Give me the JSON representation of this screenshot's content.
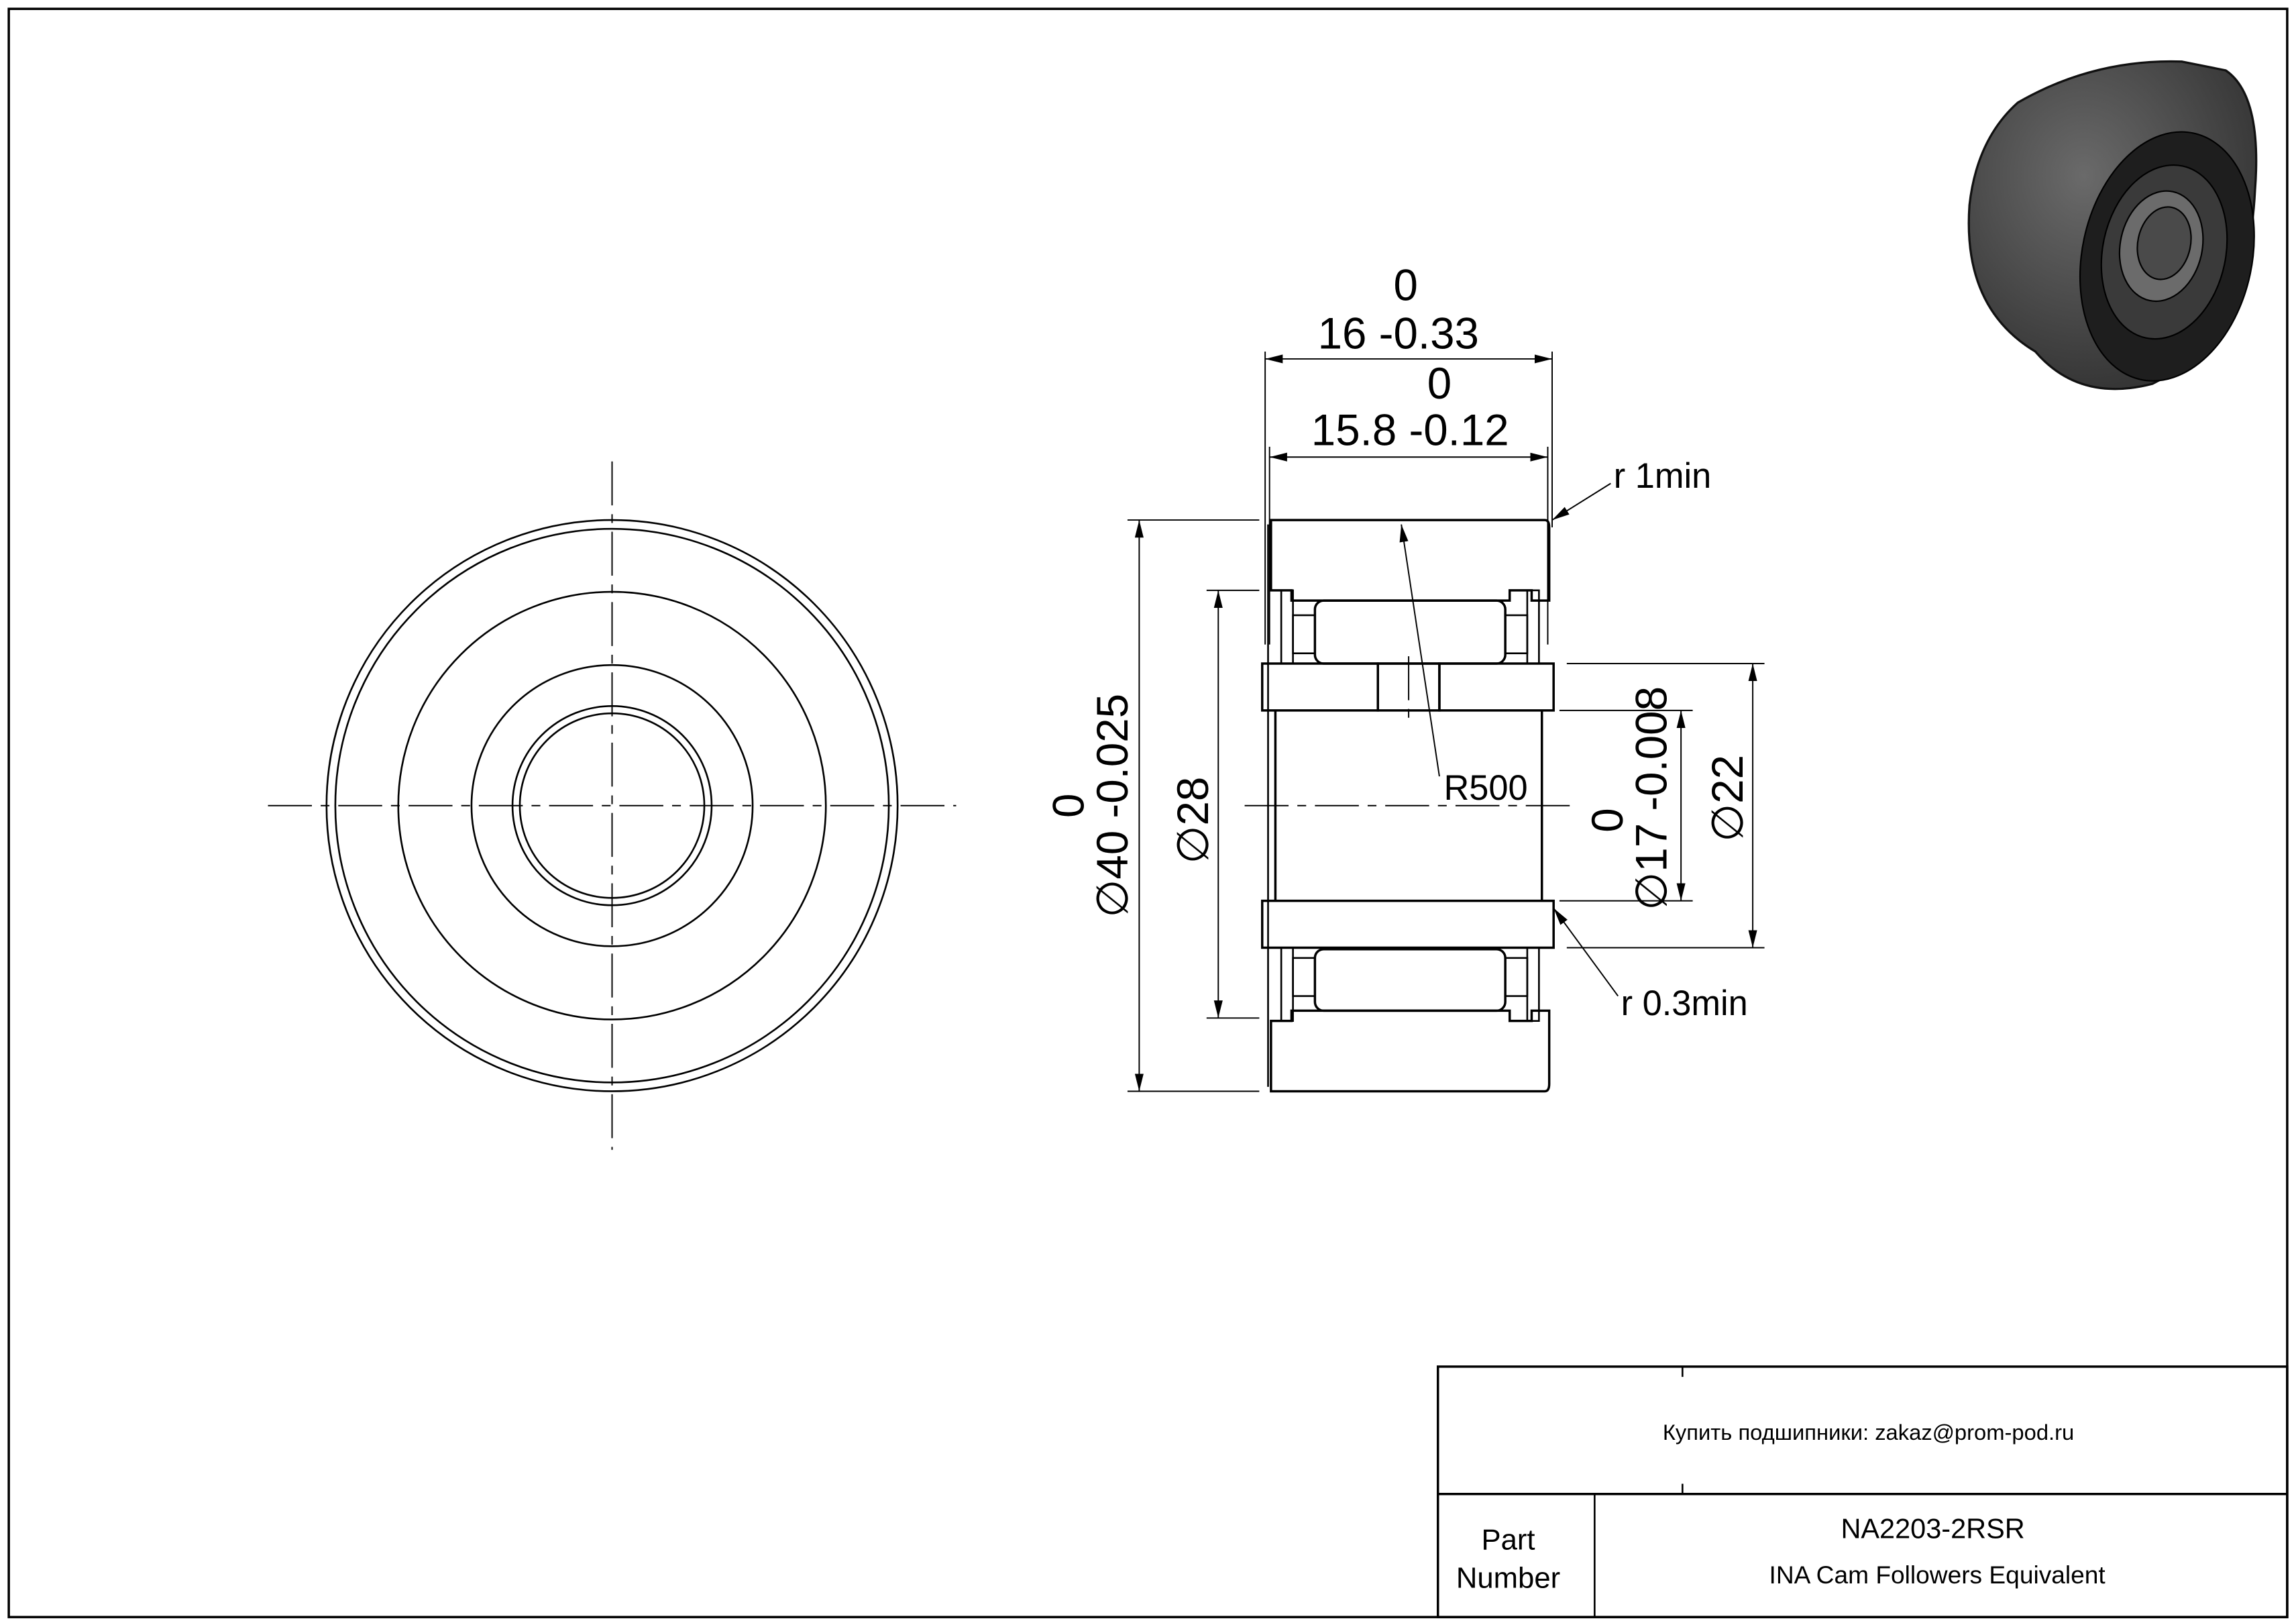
{
  "dimensions": {
    "width_total": {
      "upper": "0",
      "nominal": "16 -0.33"
    },
    "width_inner": {
      "upper": "0",
      "nominal": "15.8 -0.12"
    },
    "outer_diameter": {
      "upper": "0",
      "nominal": "∅40 -0.025"
    },
    "raceway_diameter": "∅28",
    "bore_diameter": {
      "upper": "0",
      "nominal": "∅17 -0.008"
    },
    "inner_ring_diameter": "∅22",
    "crown_radius": "R500",
    "chamfer_outer": "r 1min",
    "chamfer_inner": "r 0.3min"
  },
  "title_block": {
    "contact": "Купить подшипники: zakaz@prom-pod.ru",
    "part_label_1": "Part",
    "part_label_2": "Number",
    "part_number": "NA2203-2RSR",
    "description": "INA Cam Followers Equivalent"
  }
}
